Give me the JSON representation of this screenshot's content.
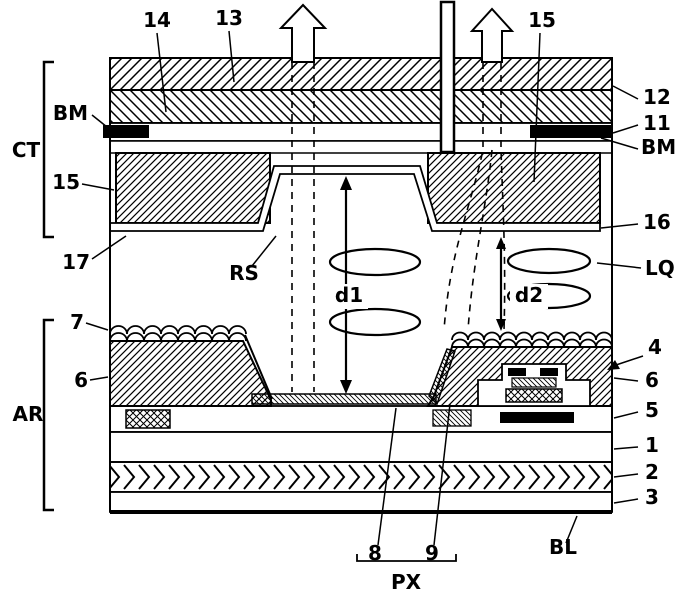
{
  "figure": {
    "colors": {
      "ink": "#000000",
      "paper": "#ffffff"
    }
  },
  "labels": {
    "n14": "14",
    "n13": "13",
    "n15_top": "15",
    "n12": "12",
    "n11": "11",
    "bm_right": "BM",
    "bm_left": "BM",
    "ct": "CT",
    "n15_left": "15",
    "n16": "16",
    "n17": "17",
    "rs": "RS",
    "lq": "LQ",
    "d1": "d1",
    "d2": "d2",
    "n7": "7",
    "n6_left": "6",
    "n6_right": "6",
    "n4": "4",
    "n5": "5",
    "ar": "AR",
    "n1": "1",
    "n2": "2",
    "n3": "3",
    "n8": "8",
    "n9": "9",
    "bl": "BL",
    "px": "PX"
  }
}
